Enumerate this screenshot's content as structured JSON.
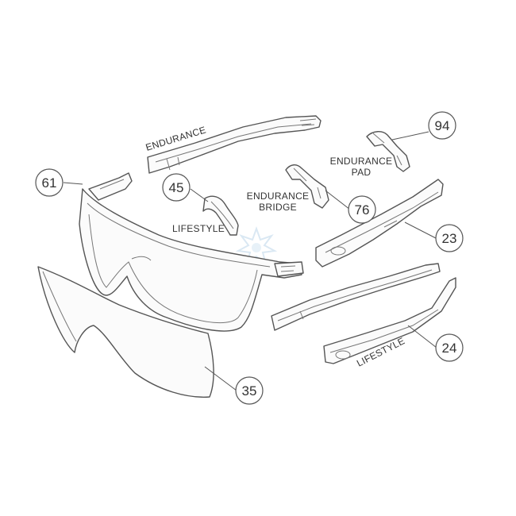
{
  "callouts": {
    "c61": "61",
    "c45": "45",
    "c94": "94",
    "c76": "76",
    "c23": "23",
    "c24": "24",
    "c35": "35"
  },
  "labels": {
    "endurance_temple": "ENDURANCE",
    "endurance_pad_1": "ENDURANCE",
    "endurance_pad_2": "PAD",
    "endurance_bridge_1": "ENDURANCE",
    "endurance_bridge_2": "BRIDGE",
    "lifestyle_bridge": "LIFESTYLE",
    "lifestyle_temple": "LIFESTYLE"
  },
  "colors": {
    "line": "#555555",
    "watermark": "#bcd6ea"
  }
}
